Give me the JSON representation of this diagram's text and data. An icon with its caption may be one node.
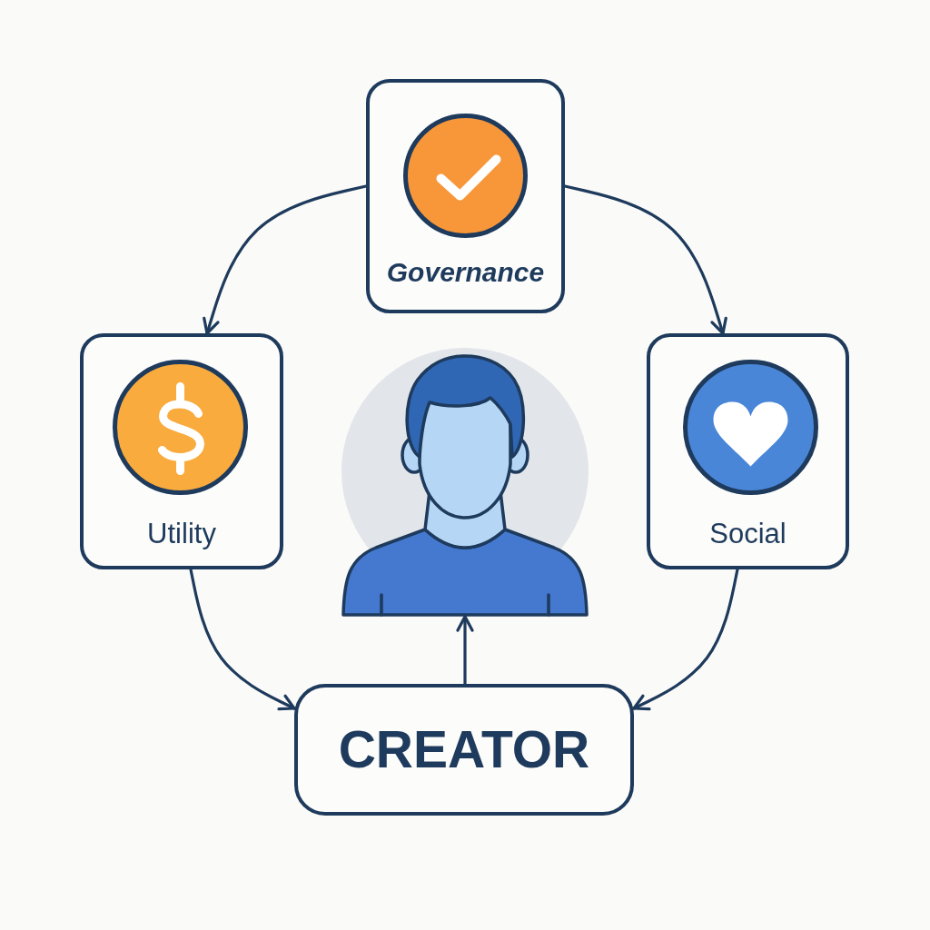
{
  "diagram": {
    "nodes": [
      {
        "text": [
          "Governance"
        ]
      },
      {
        "text": [
          "Utility"
        ]
      },
      {
        "text": [],
        "shape": "person"
      },
      {
        "text": [
          "Social"
        ]
      },
      {
        "text": [
          "CREATOR"
        ]
      }
    ],
    "edges": [
      {
        "from": 0,
        "to": 1,
        "arrow": "to"
      },
      {
        "from": 0,
        "to": 3,
        "arrow": "to"
      },
      {
        "from": 1,
        "to": 4,
        "arrow": "to"
      },
      {
        "from": 3,
        "to": 4,
        "arrow": "to"
      },
      {
        "from": 4,
        "to": 2,
        "arrow": "to"
      }
    ]
  }
}
